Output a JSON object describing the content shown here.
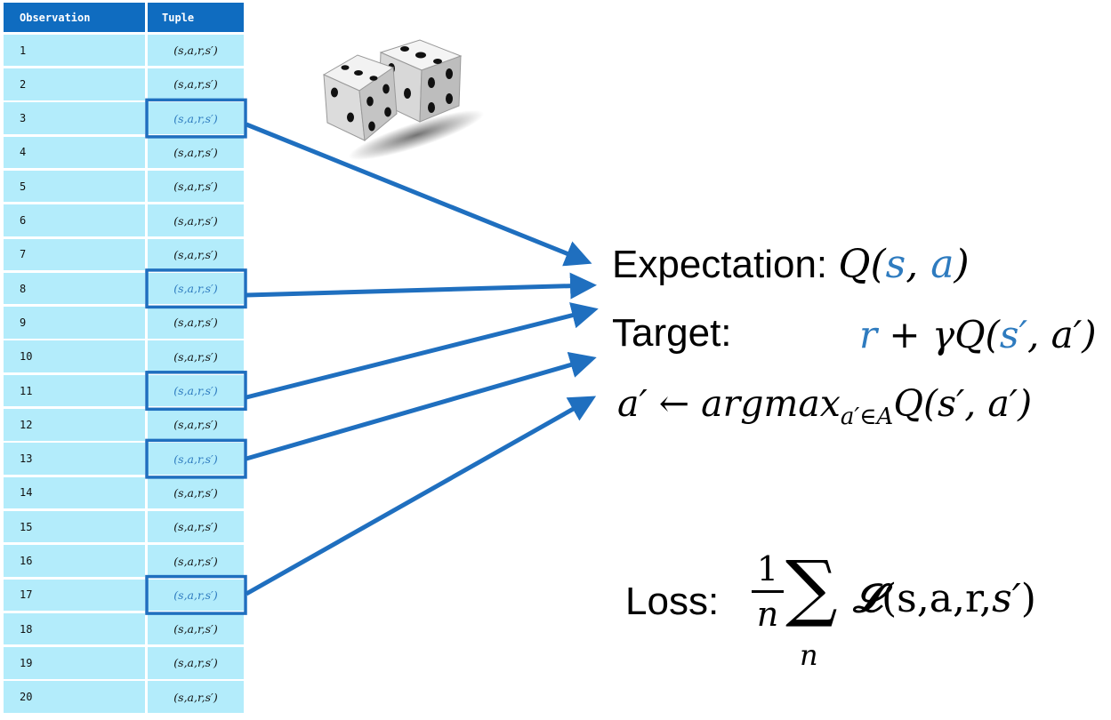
{
  "table": {
    "headers": {
      "observation": "Observation",
      "tuple": "Tuple"
    },
    "rows": [
      {
        "obs": "1",
        "tuple": "(s,a,r,s′)",
        "highlighted": false
      },
      {
        "obs": "2",
        "tuple": "(s,a,r,s′)",
        "highlighted": false
      },
      {
        "obs": "3",
        "tuple": "(s,a,r,s′)",
        "highlighted": true
      },
      {
        "obs": "4",
        "tuple": "(s,a,r,s′)",
        "highlighted": false
      },
      {
        "obs": "5",
        "tuple": "(s,a,r,s′)",
        "highlighted": false
      },
      {
        "obs": "6",
        "tuple": "(s,a,r,s′)",
        "highlighted": false
      },
      {
        "obs": "7",
        "tuple": "(s,a,r,s′)",
        "highlighted": false
      },
      {
        "obs": "8",
        "tuple": "(s,a,r,s′)",
        "highlighted": true
      },
      {
        "obs": "9",
        "tuple": "(s,a,r,s′)",
        "highlighted": false
      },
      {
        "obs": "10",
        "tuple": "(s,a,r,s′)",
        "highlighted": false
      },
      {
        "obs": "11",
        "tuple": "(s,a,r,s′)",
        "highlighted": true
      },
      {
        "obs": "12",
        "tuple": "(s,a,r,s′)",
        "highlighted": false
      },
      {
        "obs": "13",
        "tuple": "(s,a,r,s′)",
        "highlighted": true
      },
      {
        "obs": "14",
        "tuple": "(s,a,r,s′)",
        "highlighted": false
      },
      {
        "obs": "15",
        "tuple": "(s,a,r,s′)",
        "highlighted": false
      },
      {
        "obs": "16",
        "tuple": "(s,a,r,s′)",
        "highlighted": false
      },
      {
        "obs": "17",
        "tuple": "(s,a,r,s′)",
        "highlighted": true
      },
      {
        "obs": "18",
        "tuple": "(s,a,r,s′)",
        "highlighted": false
      },
      {
        "obs": "19",
        "tuple": "(s,a,r,s′)",
        "highlighted": false
      },
      {
        "obs": "20",
        "tuple": "(s,a,r,s′)",
        "highlighted": false
      }
    ]
  },
  "dice_icon": "dice-pair-icon",
  "equations": {
    "expectation": {
      "label": "Expectation:",
      "q": "Q(",
      "s": "s",
      "comma": ",",
      "a": "a",
      "close": ")"
    },
    "target": {
      "label": "Target:",
      "r": "r",
      "plus": " + γQ(",
      "s_prime": "s′",
      "rest": ", a′)"
    },
    "argmax": {
      "lhs": "a′ ←  argmax",
      "sub": "a′∈A",
      "rhs": "Q(s′, a′)"
    },
    "loss": {
      "label": "Loss:",
      "num": "1",
      "den": "n",
      "sum": "∑",
      "sum_sub": "n",
      "func": "𝓛",
      "args_open": "(s,a,r,",
      "args_s": "s′",
      "args_close": ")"
    }
  },
  "colors": {
    "header": "#0f6cc0",
    "row": "#b3ecfb",
    "accent": "#1f6fbf",
    "highlight_text": "#2e7bbf"
  }
}
